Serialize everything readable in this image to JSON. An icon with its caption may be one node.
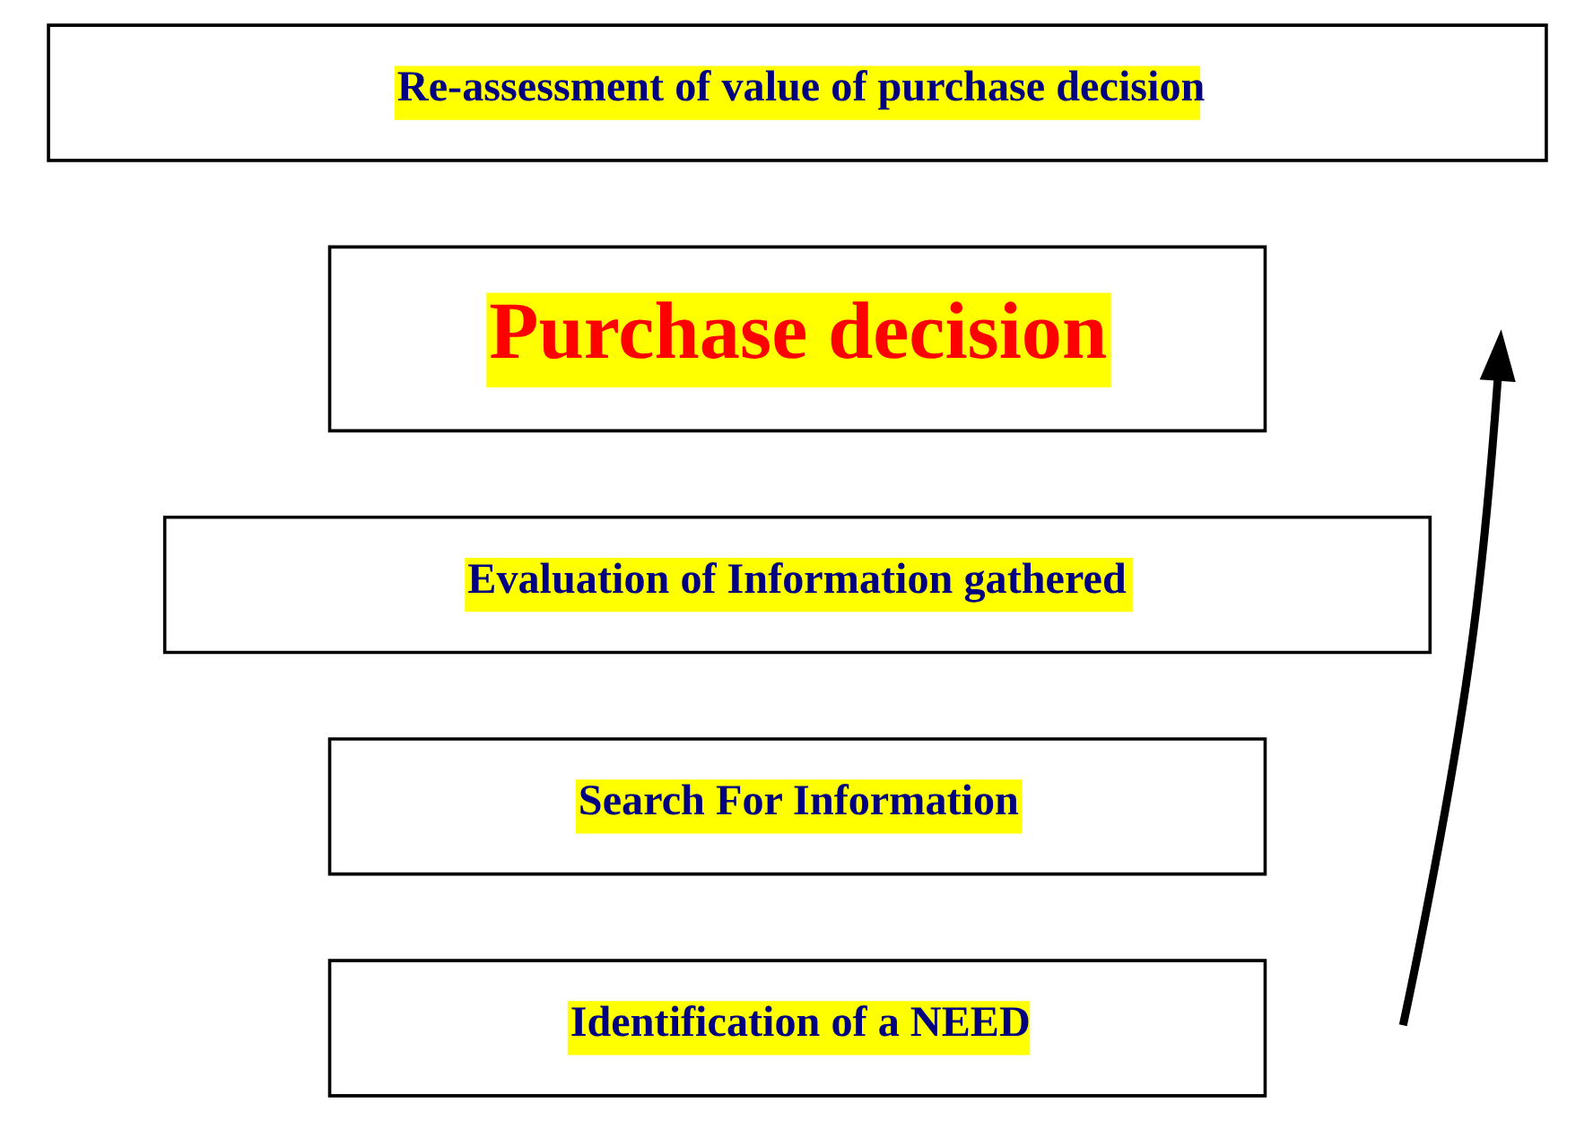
{
  "diagram": {
    "nodes": [
      {
        "text": [
          "Re-assessment of value of purchase decision"
        ]
      },
      {
        "text": [
          "Purchase decision"
        ]
      },
      {
        "text": [
          "Evaluation of Information gathered"
        ]
      },
      {
        "text": [
          "Search For Information"
        ]
      },
      {
        "text": [
          "Identification of a NEED"
        ]
      }
    ],
    "edges": []
  }
}
